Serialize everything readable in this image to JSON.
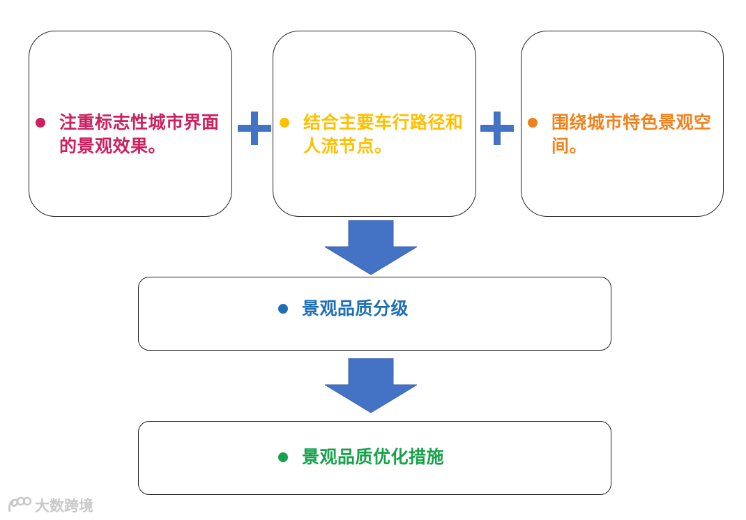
{
  "colors": {
    "connector": "#4472c4",
    "item_1": "#cc2060",
    "item_2": "#ffc000",
    "item_3": "#f0821e",
    "grade": "#1f6fb3",
    "measure": "#17a14a",
    "watermark": "#c8c8c8"
  },
  "top_boxes": [
    {
      "text": "注重标志性城市界面的景观效果。"
    },
    {
      "text": "结合主要车行路径和人流节点。"
    },
    {
      "text": "围绕城市特色景观空间。"
    }
  ],
  "grade": {
    "text": "景观品质分级"
  },
  "measure": {
    "text": "景观品质优化措施"
  },
  "watermark": {
    "icon": "logo-icon",
    "text": "大数跨境"
  }
}
